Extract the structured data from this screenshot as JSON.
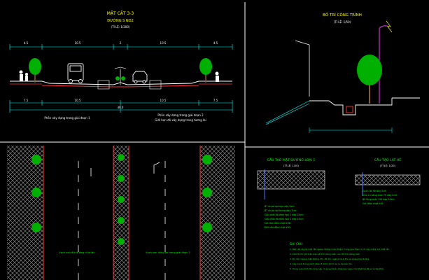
{
  "colors": {
    "background": "#000000",
    "frame": "#ffffff",
    "title": "#ffff00",
    "text": "#ffffff",
    "dimension": "#00ffff",
    "label": "#00ff00",
    "tree": "#00cc00",
    "pole": "#cc33cc",
    "road": "#ff3333",
    "note": "#00ff00"
  },
  "section": {
    "title": "MẶT CẮT 3-3",
    "subtitle": "ĐƯỜNG S NO2",
    "scale": "(TỈ LỆ: 1/200)",
    "dim_top_labels": [
      "4.5",
      "10.5",
      "2",
      "10.5",
      "4.5"
    ],
    "dim_mid_labels": [
      "7.5",
      "10.5",
      "10.5",
      "7.5"
    ],
    "dim_total": "36.0",
    "note_left": "Phần xây dựng trong giai đoạn 1",
    "note_right": "Phần xây dựng trong giai đoạn 2",
    "note_right_2": "Giới hạn đỏ xây dựng trong tương lai"
  },
  "layout": {
    "title": "BỐ TRÍ CÔNG TRÌNH",
    "scale": "(TỈ LỆ: 1/50)"
  },
  "plan": {
    "note_left": "Vạch sơn đứt đường chia làn",
    "note_right": "Vạch sơn dừng xe trong giai đoạn 2"
  },
  "pavement": {
    "title": "CẤU TẠO MẶT ĐƯỜNG LOẠI 1",
    "scale": "(TỈ LỆ: 1/20)",
    "layers": [
      "BT nhựa hạt mịn dày 5cm",
      "BT nhựa hạt trung dày 7cm",
      "Cấp phối đá dăm loại 1 dày 15cm",
      "Cấp phối đá dăm loại 2 dày 25cm",
      "Cát đen đầm chặt K98",
      "Đất nền đầm chặt K95"
    ]
  },
  "sidewalk": {
    "title": "CẤU TẠO LÁT HÈ",
    "scale": "(TỈ LỆ: 1/20)",
    "layers": [
      "Gạch lát hè dày 5cm",
      "Vữa xi măng mác 75 dày 2cm",
      "Bê tông mác 150 dày 10cm",
      "Cát đầm chặt K95"
    ]
  },
  "notes": {
    "heading": "GHI CHÚ:",
    "lines": [
      "1. Mặt cắt này là mặt cắt ngang đường hoàn thiện, trong giai đoạn 1 chỉ xây dựng 1/2 mặt cắt.",
      "2. Kích thước ghi trên bản vẽ tính bằng mét, cao độ tính bằng mét.",
      "3. Độ dốc ngang mặt đường 2%, độ dốc ngang hè 1.5% về phía lòng đường.",
      "4. Cây xanh trồng cách nhau 8-10m, bố trí so le hai bên hè.",
      "5. Trong quá trình thi công nếu có gì sai khác phải báo ngay cho thiết kế để xử lý kịp thời."
    ]
  }
}
